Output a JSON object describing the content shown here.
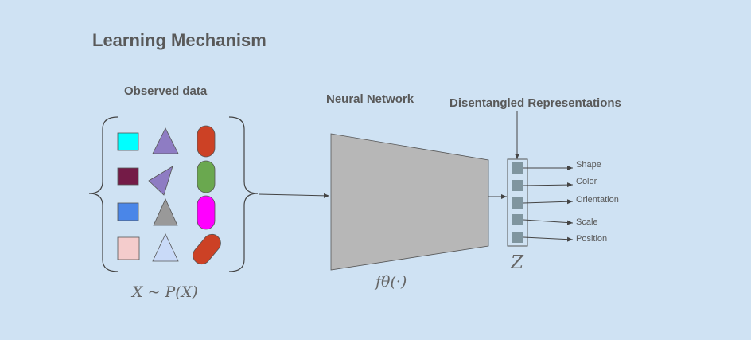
{
  "title": "Learning Mechanism",
  "observed_heading": "Observed data",
  "network_heading": "Neural Network",
  "representation_heading": "Disentangled Representations",
  "data_label": "X ~ P(X)",
  "function_label": "fθ(·)",
  "latent_label": "Z",
  "factors": [
    "Shape",
    "Color",
    "Orientation",
    "Scale",
    "Position"
  ],
  "colors": {
    "background": "#cfe2f3",
    "network": "#b7b7b7",
    "latent_cell": "#7f959f",
    "cyan": "#00ffff",
    "maroon": "#741b47",
    "blue": "#4a86e8",
    "pink": "#f4cccc",
    "purple_triangle": "#8e7cc3",
    "gray_triangle": "#999999",
    "light_triangle": "#c9daf8",
    "red_capsule": "#cc4125",
    "green_capsule": "#6aa84f",
    "magenta_capsule": "#ff00ff"
  }
}
